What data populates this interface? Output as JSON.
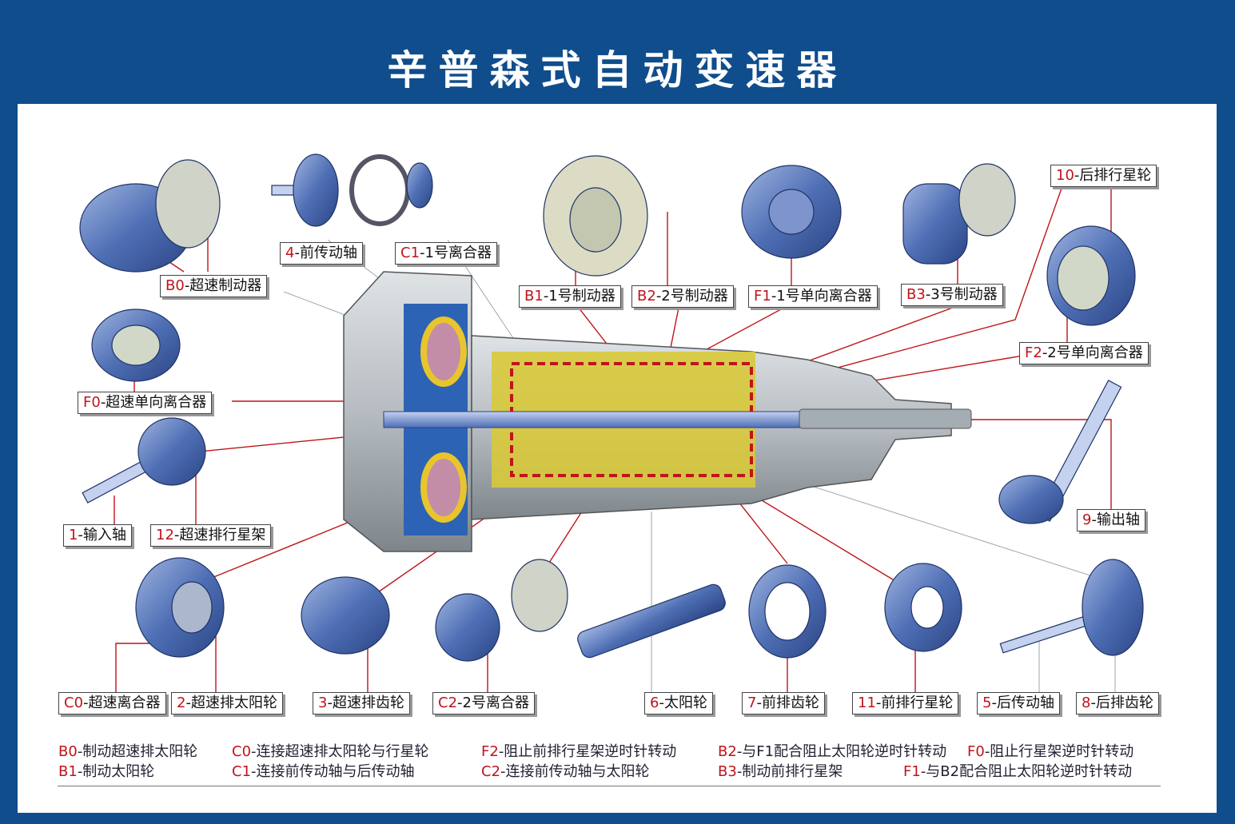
{
  "title": "辛普森式自动变速器",
  "colors": {
    "frame": "#0f4d8c",
    "code": "#c0141b",
    "part": "#4f6fb5",
    "line": "#c0141b"
  },
  "labels": [
    {
      "id": "b0",
      "code": "B0",
      "text": "-超速制动器"
    },
    {
      "id": "axle4",
      "code": "4",
      "text": "-前传动轴"
    },
    {
      "id": "c1",
      "code": "C1",
      "text": "-1号离合器"
    },
    {
      "id": "b1",
      "code": "B1",
      "text": "-1号制动器"
    },
    {
      "id": "b2",
      "code": "B2",
      "text": "-2号制动器"
    },
    {
      "id": "f1",
      "code": "F1",
      "text": "-1号单向离合器"
    },
    {
      "id": "b3",
      "code": "B3",
      "text": "-3号制动器"
    },
    {
      "id": "p10",
      "code": "10",
      "text": "-后排行星轮"
    },
    {
      "id": "f2",
      "code": "F2",
      "text": "-2号单向离合器"
    },
    {
      "id": "f0",
      "code": "F0",
      "text": "-超速单向离合器"
    },
    {
      "id": "p1",
      "code": "1",
      "text": "-输入轴"
    },
    {
      "id": "p12",
      "code": "12",
      "text": "-超速排行星架"
    },
    {
      "id": "p9",
      "code": "9",
      "text": "-输出轴"
    },
    {
      "id": "c0",
      "code": "C0",
      "text": "-超速离合器"
    },
    {
      "id": "p2",
      "code": "2",
      "text": "-超速排太阳轮"
    },
    {
      "id": "p3",
      "code": "3",
      "text": "-超速排齿轮"
    },
    {
      "id": "c2",
      "code": "C2",
      "text": "-2号离合器"
    },
    {
      "id": "p6",
      "code": "6",
      "text": "-太阳轮"
    },
    {
      "id": "p7",
      "code": "7",
      "text": "-前排齿轮"
    },
    {
      "id": "p11",
      "code": "11",
      "text": "-前排行星轮"
    },
    {
      "id": "p5",
      "code": "5",
      "text": "-后传动轴"
    },
    {
      "id": "p8",
      "code": "8",
      "text": "-后排齿轮"
    }
  ],
  "legend": [
    {
      "code": "B0",
      "text": "-制动超速排太阳轮"
    },
    {
      "code": "B1",
      "text": "-制动太阳轮"
    },
    {
      "code": "C0",
      "text": "-连接超速排太阳轮与行星轮"
    },
    {
      "code": "C1",
      "text": "-连接前传动轴与后传动轴"
    },
    {
      "code": "F2",
      "text": "-阻止前排行星架逆时针转动"
    },
    {
      "code": "C2",
      "text": "-连接前传动轴与太阳轮"
    },
    {
      "code": "B2",
      "text": "-与F1配合阻止太阳轮逆时针转动"
    },
    {
      "code": "B3",
      "text": "-制动前排行星架"
    },
    {
      "code": "F0",
      "text": "-阻止行星架逆时针转动"
    },
    {
      "code": "F1",
      "text": "-与B2配合阻止太阳轮逆时针转动"
    }
  ]
}
